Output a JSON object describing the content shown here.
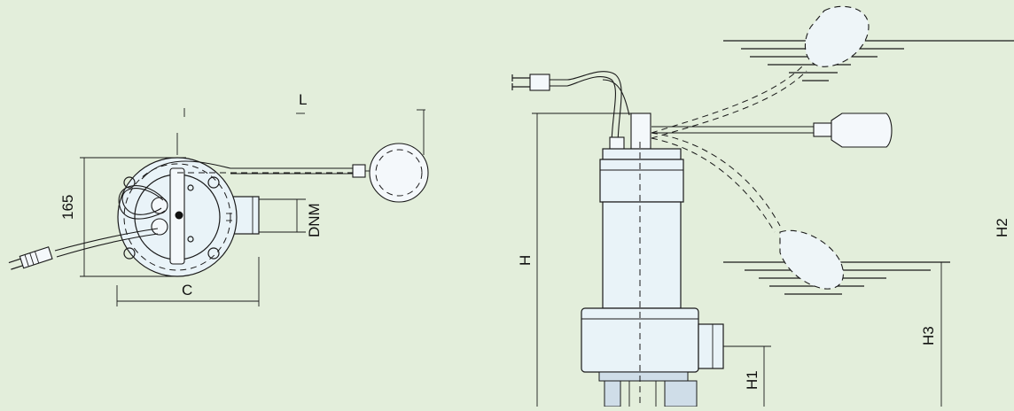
{
  "figure": {
    "background": "#e3eedb",
    "line_color": "#1a1a1a",
    "pump_fill": "#e9f3f8"
  },
  "top_view": {
    "labels": {
      "L": "L",
      "dim_165": "165",
      "DNM": "DNM",
      "C": "C"
    }
  },
  "side_view": {
    "labels": {
      "H": "H",
      "H1": "H1",
      "H2": "H2",
      "H3": "H3"
    }
  }
}
